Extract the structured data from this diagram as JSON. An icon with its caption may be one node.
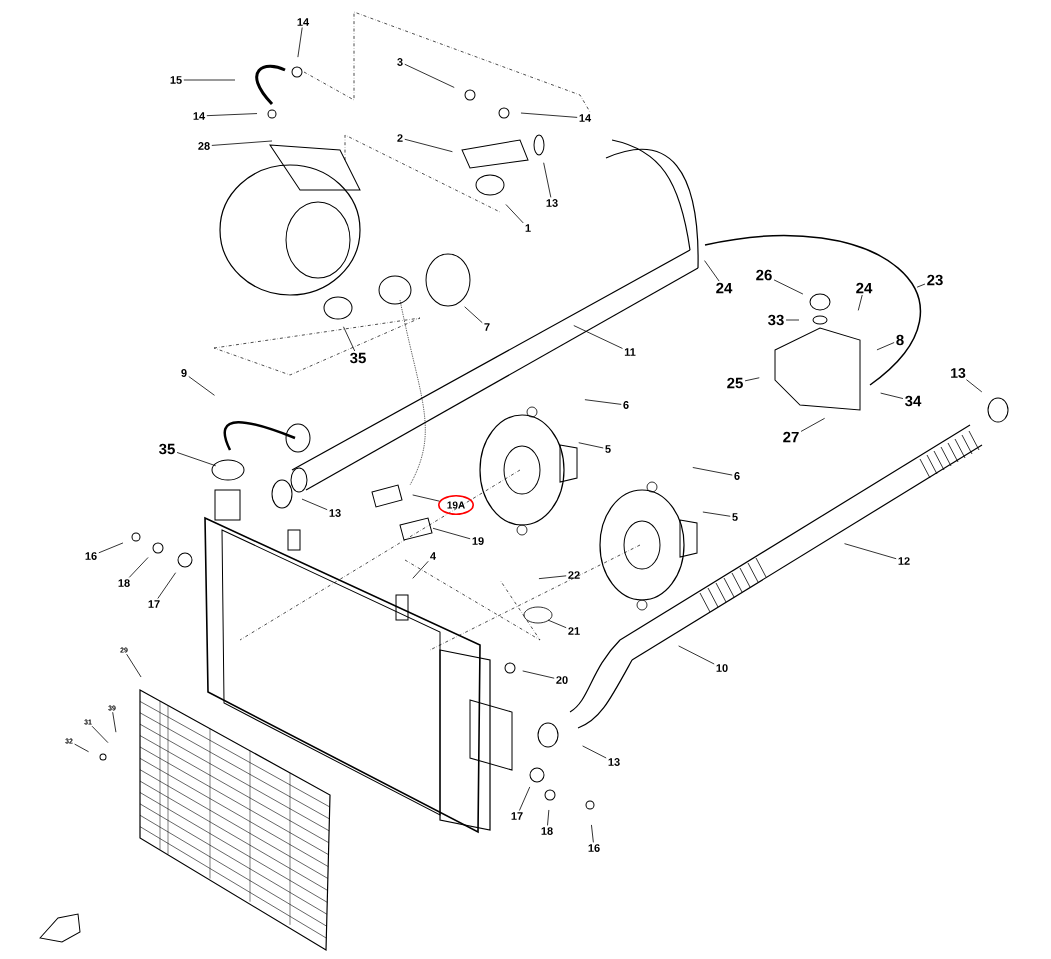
{
  "diagram": {
    "nodes": [
      {
        "text": [
          "14"
        ]
      },
      {
        "text": [
          "15"
        ]
      },
      {
        "text": [
          "3"
        ]
      },
      {
        "text": [
          "14"
        ]
      },
      {
        "text": [
          "14"
        ]
      },
      {
        "text": [
          "2"
        ]
      },
      {
        "text": [
          "28"
        ]
      },
      {
        "text": [
          "13"
        ]
      },
      {
        "text": [
          "1"
        ]
      },
      {
        "text": [
          "24"
        ]
      },
      {
        "text": [
          "26"
        ]
      },
      {
        "text": [
          "23"
        ]
      },
      {
        "text": [
          "24"
        ]
      },
      {
        "text": [
          "33"
        ]
      },
      {
        "text": [
          "7"
        ]
      },
      {
        "text": [
          "8"
        ]
      },
      {
        "text": [
          "35"
        ]
      },
      {
        "text": [
          "11"
        ]
      },
      {
        "text": [
          "9"
        ]
      },
      {
        "text": [
          "25"
        ]
      },
      {
        "text": [
          "13"
        ]
      },
      {
        "text": [
          "34"
        ]
      },
      {
        "text": [
          "6"
        ]
      },
      {
        "text": [
          "27"
        ]
      },
      {
        "text": [
          "35"
        ]
      },
      {
        "text": [
          "5"
        ]
      },
      {
        "text": [
          "6"
        ]
      },
      {
        "text": [
          "19A"
        ]
      },
      {
        "text": [
          "13"
        ]
      },
      {
        "text": [
          "5"
        ]
      },
      {
        "text": [
          "19"
        ]
      },
      {
        "text": [
          "16"
        ]
      },
      {
        "text": [
          "4"
        ]
      },
      {
        "text": [
          "12"
        ]
      },
      {
        "text": [
          "22"
        ]
      },
      {
        "text": [
          "18"
        ]
      },
      {
        "text": [
          "17"
        ]
      },
      {
        "text": [
          "21"
        ]
      },
      {
        "text": [
          "29"
        ]
      },
      {
        "text": [
          "20"
        ]
      },
      {
        "text": [
          "10"
        ]
      },
      {
        "text": [
          "39"
        ]
      },
      {
        "text": [
          "31"
        ]
      },
      {
        "text": [
          "32"
        ]
      },
      {
        "text": [
          "13"
        ]
      },
      {
        "text": [
          "17"
        ]
      },
      {
        "text": [
          "18"
        ]
      },
      {
        "text": [
          "16"
        ]
      }
    ],
    "edges": [
      {
        "from": 0,
        "to": null,
        "arrow": "none"
      },
      {
        "from": 1,
        "to": null,
        "arrow": "none"
      },
      {
        "from": 2,
        "to": null,
        "arrow": "none"
      },
      {
        "from": 3,
        "to": null,
        "arrow": "none"
      },
      {
        "from": 4,
        "to": null,
        "arrow": "none"
      },
      {
        "from": 5,
        "to": null,
        "arrow": "none"
      },
      {
        "from": 6,
        "to": null,
        "arrow": "none"
      },
      {
        "from": 7,
        "to": null,
        "arrow": "none"
      },
      {
        "from": 8,
        "to": null,
        "arrow": "none"
      },
      {
        "from": 9,
        "to": null,
        "arrow": "none"
      },
      {
        "from": 10,
        "to": null,
        "arrow": "none"
      },
      {
        "from": 11,
        "to": null,
        "arrow": "none"
      },
      {
        "from": 12,
        "to": null,
        "arrow": "none"
      },
      {
        "from": 13,
        "to": null,
        "arrow": "none"
      },
      {
        "from": 14,
        "to": null,
        "arrow": "none"
      },
      {
        "from": 15,
        "to": null,
        "arrow": "none"
      },
      {
        "from": 16,
        "to": null,
        "arrow": "none"
      },
      {
        "from": 17,
        "to": null,
        "arrow": "none"
      },
      {
        "from": 18,
        "to": null,
        "arrow": "none"
      },
      {
        "from": 19,
        "to": null,
        "arrow": "none"
      },
      {
        "from": 20,
        "to": null,
        "arrow": "none"
      },
      {
        "from": 21,
        "to": null,
        "arrow": "none"
      },
      {
        "from": 22,
        "to": null,
        "arrow": "none"
      },
      {
        "from": 23,
        "to": null,
        "arrow": "none"
      },
      {
        "from": 24,
        "to": null,
        "arrow": "none"
      },
      {
        "from": 25,
        "to": null,
        "arrow": "none"
      },
      {
        "from": 26,
        "to": null,
        "arrow": "none"
      },
      {
        "from": 27,
        "to": null,
        "arrow": "none"
      },
      {
        "from": 28,
        "to": null,
        "arrow": "none"
      },
      {
        "from": 29,
        "to": null,
        "arrow": "none"
      },
      {
        "from": 30,
        "to": null,
        "arrow": "none"
      },
      {
        "from": 31,
        "to": null,
        "arrow": "none"
      },
      {
        "from": 32,
        "to": null,
        "arrow": "none"
      },
      {
        "from": 33,
        "to": null,
        "arrow": "none"
      },
      {
        "from": 34,
        "to": null,
        "arrow": "none"
      },
      {
        "from": 35,
        "to": null,
        "arrow": "none"
      },
      {
        "from": 36,
        "to": null,
        "arrow": "none"
      },
      {
        "from": 37,
        "to": null,
        "arrow": "none"
      },
      {
        "from": 38,
        "to": null,
        "arrow": "none"
      },
      {
        "from": 39,
        "to": null,
        "arrow": "none"
      },
      {
        "from": 40,
        "to": null,
        "arrow": "none"
      },
      {
        "from": 41,
        "to": null,
        "arrow": "none"
      },
      {
        "from": 42,
        "to": null,
        "arrow": "none"
      },
      {
        "from": 43,
        "to": null,
        "arrow": "none"
      },
      {
        "from": 44,
        "to": null,
        "arrow": "none"
      },
      {
        "from": 45,
        "to": null,
        "arrow": "none"
      },
      {
        "from": 46,
        "to": null,
        "arrow": "none"
      },
      {
        "from": 47,
        "to": null,
        "arrow": "none"
      }
    ]
  }
}
